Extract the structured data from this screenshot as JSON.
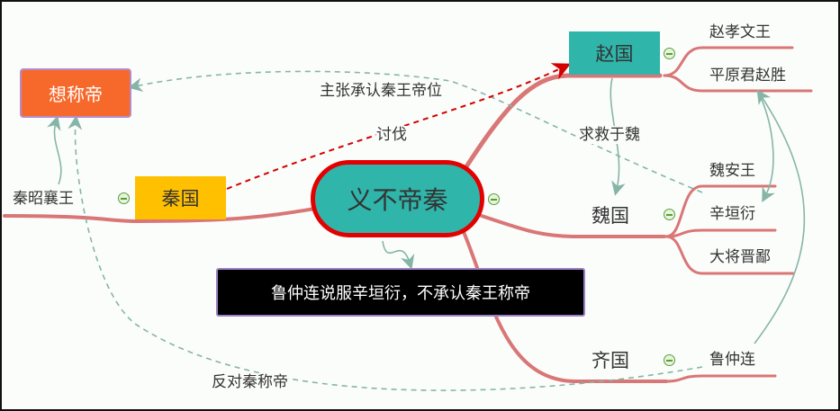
{
  "central": {
    "label": "义不帝秦"
  },
  "nodes": {
    "want_emperor": "想称帝",
    "qin": "秦国",
    "qin_king": "秦昭襄王",
    "zhao": "赵国",
    "zhao_king": "赵孝文王",
    "pingyuan": "平原君赵胜",
    "wei": "魏国",
    "wei_king": "魏安王",
    "xinyuan": "辛垣衍",
    "jinbi": "大将晋鄙",
    "qi": "齐国",
    "luzhonglian": "鲁仲连",
    "summary": "鲁仲连说服辛垣衍，不承认秦王称帝"
  },
  "relations": {
    "support": "主张承认秦王帝位",
    "attack": "讨伐",
    "ask_help": "求救于魏",
    "oppose": "反对秦称帝"
  },
  "colors": {
    "branch": "#d97676",
    "relation": "#86b5a8",
    "attack": "#d40000",
    "teal": "#2fb5aa",
    "orange": "#f7692b",
    "yellow": "#ffc000"
  }
}
